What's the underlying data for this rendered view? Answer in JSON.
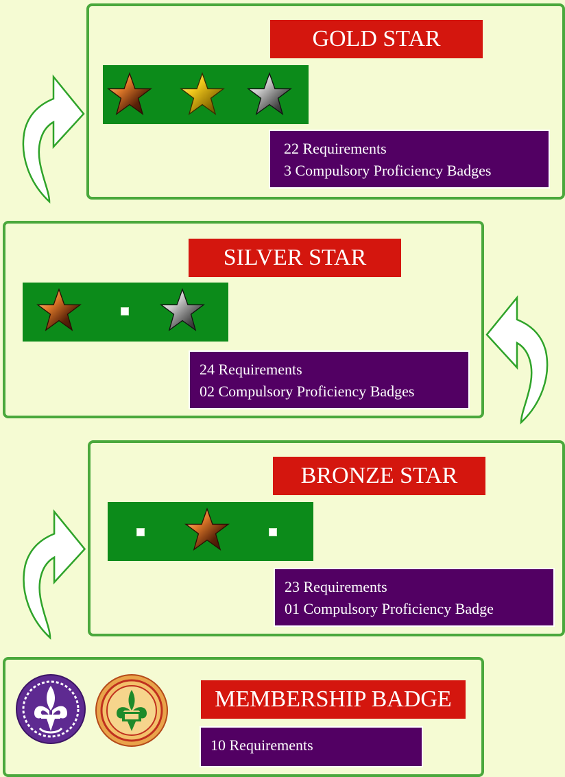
{
  "colors": {
    "background": "#f5fbd3",
    "panel_border": "#4aa83c",
    "title_bg": "#d4160e",
    "requirements_bg": "#520063",
    "stars_band": "#0c8b1a",
    "bronze": "#e07a2a",
    "gold": "#f2c81c",
    "silver": "#c8c8c8"
  },
  "levels": {
    "gold": {
      "title": "GOLD STAR",
      "requirements": "22 Requirements",
      "badges": "3 Compulsory Proficiency Badges",
      "stars": [
        "bronze-star-icon",
        "gold-star-icon",
        "silver-star-icon"
      ]
    },
    "silver": {
      "title": "SILVER STAR",
      "requirements": "24 Requirements",
      "badges": "02 Compulsory Proficiency Badges",
      "stars": [
        "bronze-star-icon",
        "square-dot",
        "silver-star-icon"
      ]
    },
    "bronze": {
      "title": "BRONZE STAR",
      "requirements": "23 Requirements",
      "badges": "01 Compulsory Proficiency Badge",
      "stars": [
        "square-dot",
        "bronze-star-icon",
        "square-dot"
      ]
    },
    "membership": {
      "title": "MEMBERSHIP BADGE",
      "requirements": "10 Requirements",
      "emblems": [
        "world-scout-emblem-icon",
        "national-scout-emblem-icon"
      ]
    }
  }
}
